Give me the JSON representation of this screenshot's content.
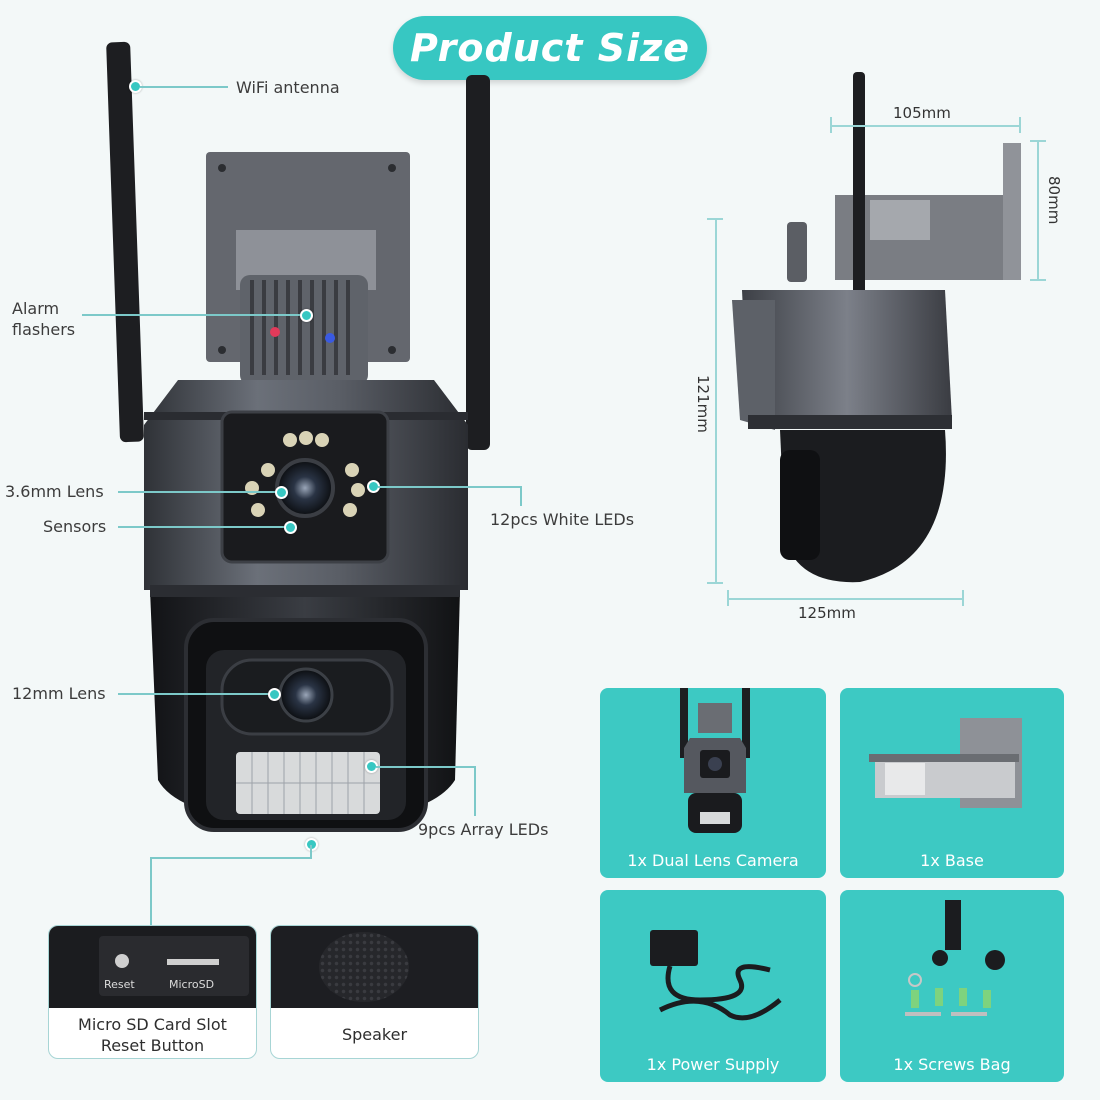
{
  "title": "Product Size",
  "callouts": {
    "wifi_antenna": "WiFi antenna",
    "alarm_flashers": "Alarm\nflashers",
    "lens_36": "3.6mm Lens",
    "sensors": "Sensors",
    "white_leds": "12pcs White LEDs",
    "lens_12": "12mm Lens",
    "array_leds": "9pcs Array LEDs"
  },
  "dimensions": {
    "width_top": "105mm",
    "height_bracket": "80mm",
    "height_body": "121mm",
    "width_bottom": "125mm"
  },
  "details": [
    {
      "text": "Micro SD Card Slot\nReset Button",
      "sub1": "Reset",
      "sub2": "MicroSD"
    },
    {
      "text": "Speaker"
    }
  ],
  "package": [
    {
      "label": "1x Dual Lens Camera"
    },
    {
      "label": "1x Base"
    },
    {
      "label": "1x Power Supply"
    },
    {
      "label": "1x Screws Bag"
    }
  ],
  "colors": {
    "accent": "#37c7c2",
    "camera_body": "#4a4e55",
    "background": "#f3f8f8"
  }
}
